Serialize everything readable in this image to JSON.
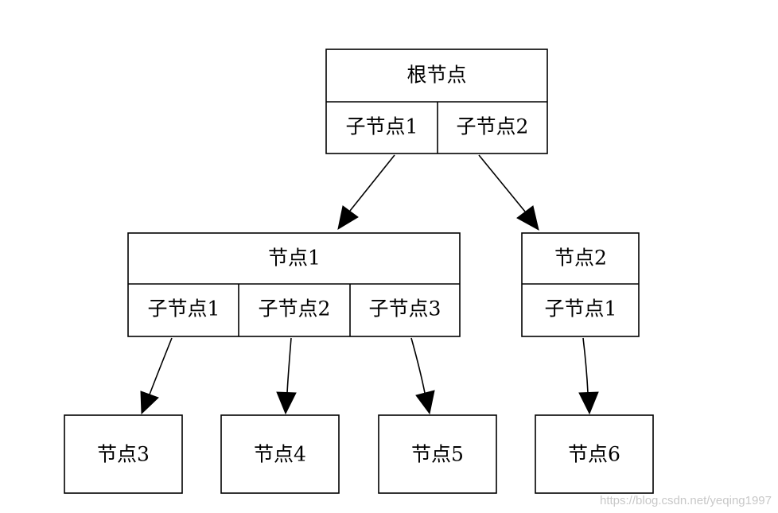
{
  "diagram": {
    "root": {
      "label": "根节点",
      "ports": [
        "子节点1",
        "子节点2"
      ]
    },
    "node1": {
      "label": "节点1",
      "ports": [
        "子节点1",
        "子节点2",
        "子节点3"
      ]
    },
    "node2": {
      "label": "节点2",
      "ports": [
        "子节点1"
      ]
    },
    "leaves": [
      "节点3",
      "节点4",
      "节点5",
      "节点6"
    ],
    "edges": [
      {
        "from": "根节点.子节点1",
        "to": "节点1"
      },
      {
        "from": "根节点.子节点2",
        "to": "节点2"
      },
      {
        "from": "节点1.子节点1",
        "to": "节点3"
      },
      {
        "from": "节点1.子节点2",
        "to": "节点4"
      },
      {
        "from": "节点1.子节点3",
        "to": "节点5"
      },
      {
        "from": "节点2.子节点1",
        "to": "节点6"
      }
    ]
  },
  "watermark": "https://blog.csdn.net/yeqing1997",
  "colors": {
    "stroke": "#000000",
    "background": "#ffffff",
    "watermark": "#c8c8c8"
  }
}
